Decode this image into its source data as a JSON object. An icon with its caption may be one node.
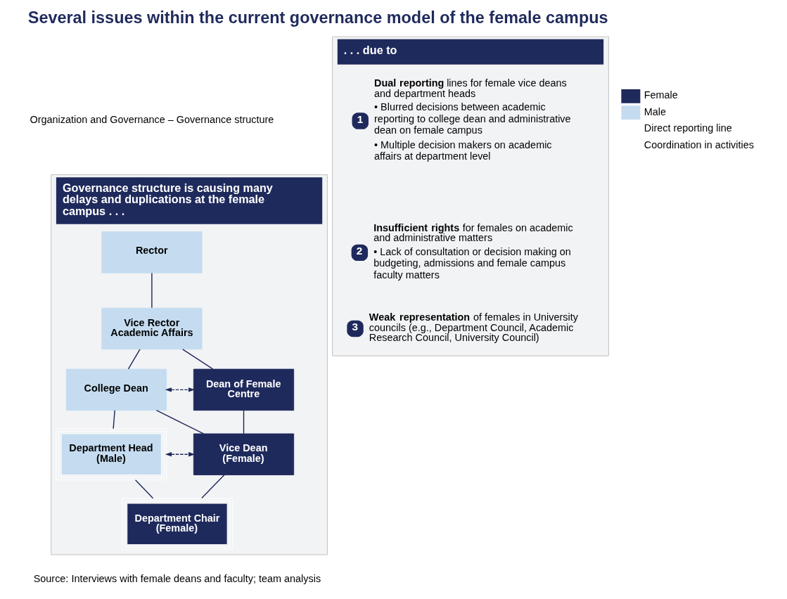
{
  "diagram": {
    "title": "Several issues within the current governance model of the female campus",
    "nodes": [
      {
        "text": [
          "Governance structure is causing many delays and duplications at the female campus . . ."
        ]
      },
      {
        "text": [
          "Rector"
        ],
        "in": 0
      },
      {
        "text": [
          "Vice Rector Academic Affairs"
        ],
        "in": 0
      },
      {
        "text": [
          "College Dean"
        ],
        "in": 0
      },
      {
        "text": [
          "Dean of Female Centre"
        ],
        "in": 0
      },
      {
        "text": [
          "Department Head (Male)"
        ],
        "in": 0
      },
      {
        "text": [
          "Vice Dean (Female)"
        ],
        "in": 0
      },
      {
        "text": [
          "Department Chair (Female)"
        ],
        "in": 0
      },
      {
        "text": [
          ". . . due to"
        ]
      },
      {
        "text": [
          "1",
          "**Dual reporting** lines for female vice deans and department heads",
          "• Blurred decisions between academic reporting to college dean and administrative dean on female campus",
          "• Multiple decision makers on academic affairs at department level"
        ],
        "in": 8
      },
      {
        "text": [
          "2",
          "**Insufficient rights** for females on academic and administrative matters",
          "• Lack of consultation or decision making on budgeting, admissions and female campus faculty matters"
        ],
        "in": 8
      },
      {
        "text": [
          "3",
          "**Weak representation** of females in University councils (e.g., Department Council, Academic Research Council, University Council)"
        ],
        "in": 8
      }
    ],
    "edges": [
      {
        "from": 1,
        "to": 2,
        "arrow": "none"
      },
      {
        "from": 2,
        "to": 3,
        "arrow": "none"
      },
      {
        "from": 2,
        "to": 4,
        "arrow": "none"
      },
      {
        "from": 3,
        "to": 4,
        "arrow": "both",
        "style": "dashed"
      },
      {
        "from": 3,
        "to": 5,
        "arrow": "none"
      },
      {
        "from": 3,
        "to": 6,
        "arrow": "none"
      },
      {
        "from": 4,
        "to": 6,
        "arrow": "none"
      },
      {
        "from": 5,
        "to": 6,
        "arrow": "both",
        "style": "dashed"
      },
      {
        "from": 5,
        "to": 7,
        "arrow": "none"
      },
      {
        "from": 6,
        "to": 7,
        "arrow": "none"
      }
    ],
    "labels": [
      "Organization and Governance – Governance structure",
      "Source: Interviews with female deans and faculty; team analysis"
    ],
    "legend": [
      {
        "text": "Female",
        "color": "#1f2a5c"
      },
      {
        "text": "Male",
        "color": "#c5dcf0"
      },
      {
        "text": "Direct reporting line"
      },
      {
        "text": "Coordination in activities"
      }
    ]
  }
}
